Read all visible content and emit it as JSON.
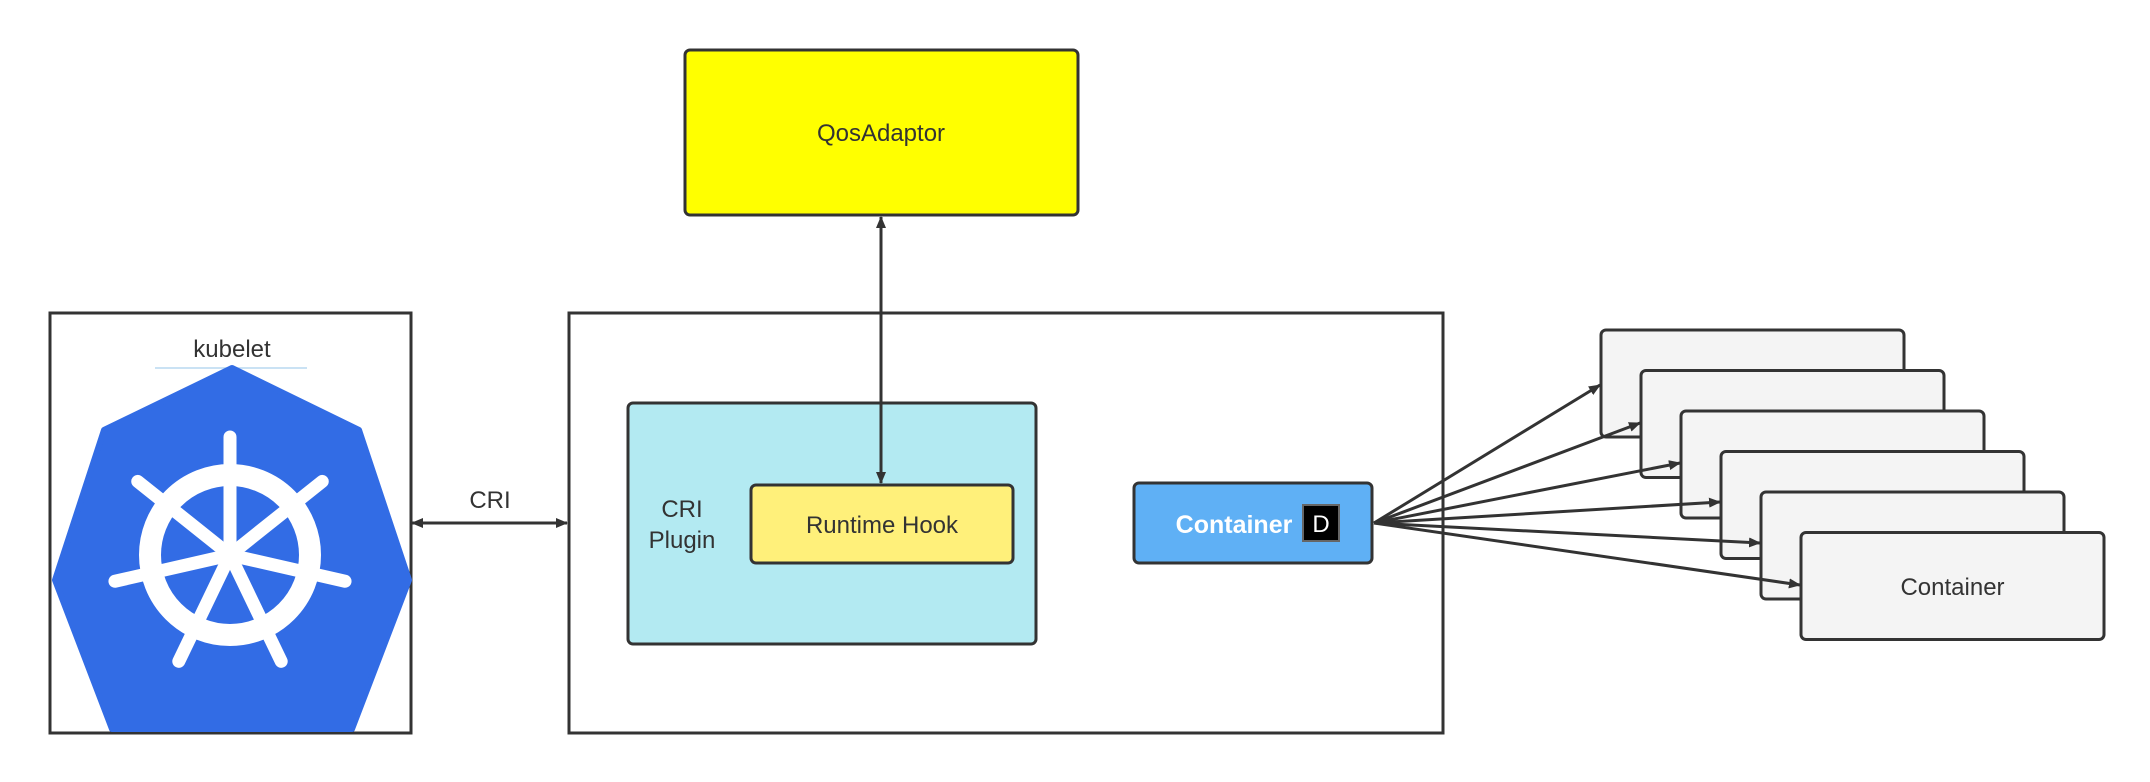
{
  "qos_adaptor": {
    "label": "QosAdaptor",
    "fill": "#FFFF00"
  },
  "kubelet": {
    "label": "kubelet",
    "logo_color": "#326CE5",
    "logo_icon": "kubernetes-helm-wheel-icon"
  },
  "cri_link": {
    "label": "CRI"
  },
  "cri_plugin": {
    "label_line1": "CRI",
    "label_line2": "Plugin",
    "fill": "#B3EAF2"
  },
  "runtime_hook": {
    "label": "Runtime Hook",
    "fill": "#FFF07A"
  },
  "runtime_container": {
    "label": "Container",
    "badge": "D",
    "fill": "#5FB0F5"
  },
  "containers": {
    "front_label": "Container",
    "fill": "#F4F4F4",
    "count": 6
  }
}
